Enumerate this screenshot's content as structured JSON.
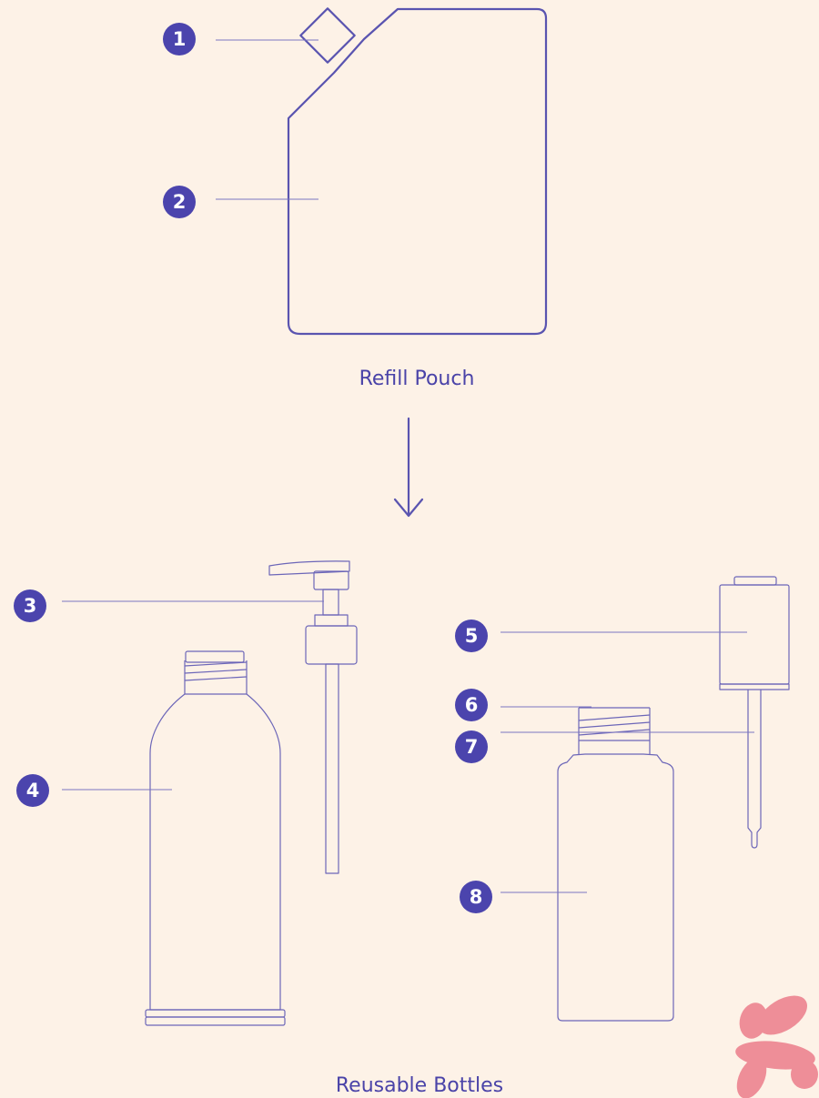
{
  "captions": {
    "refill": "Refill Pouch",
    "reusable": "Reusable Bottles"
  },
  "callouts": [
    "1",
    "2",
    "3",
    "4",
    "5",
    "6",
    "7",
    "8"
  ],
  "colors": {
    "background": "#fdf2e7",
    "outline": "#5a54b0",
    "badge": "#4b44ad",
    "badge_text": "#ffffff",
    "caption": "#4a43a8",
    "logo": "#ee8e98"
  },
  "icons": {
    "arrow": "arrow-down-icon",
    "logo": "flower-logo-icon"
  }
}
